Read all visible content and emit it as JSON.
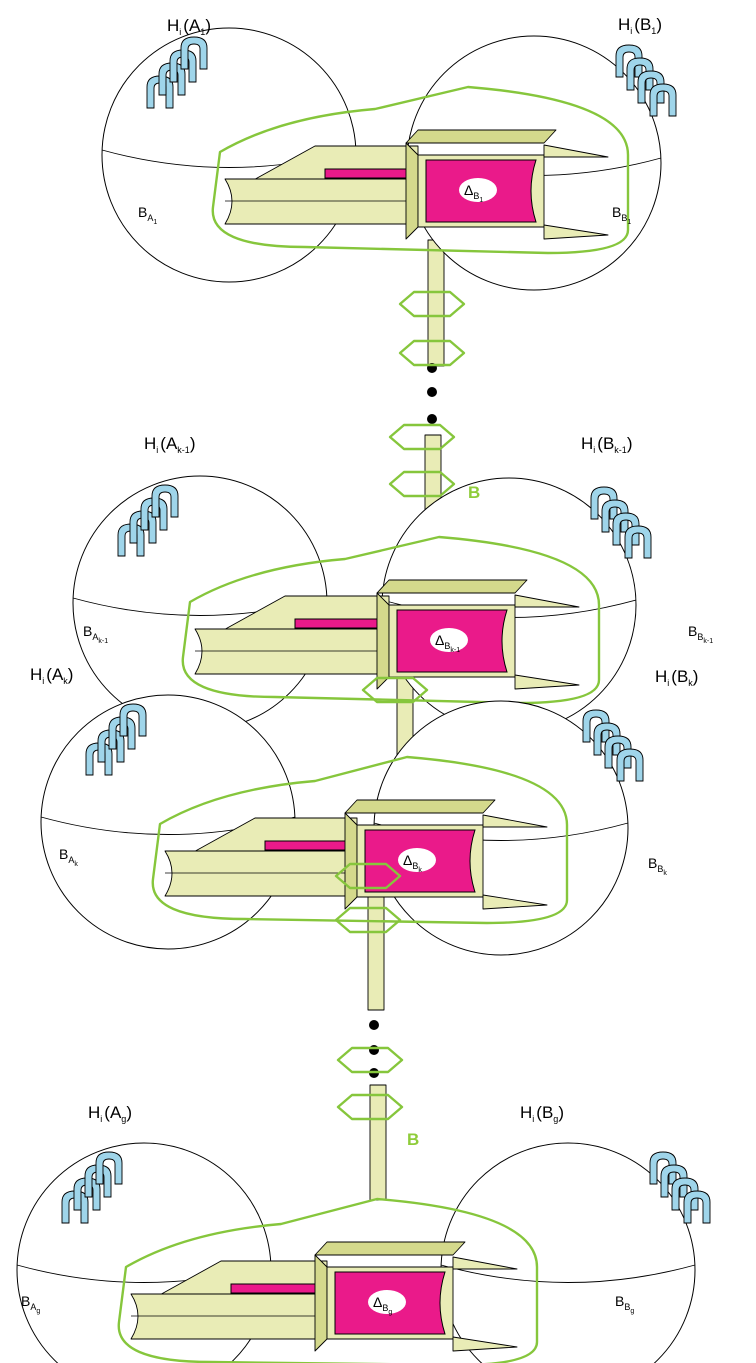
{
  "labels": {
    "H": "H",
    "i": "i",
    "B": "B",
    "Delta": "Δ",
    "Bbig": "B"
  },
  "levels": [
    {
      "left_h_arg": "A",
      "left_h_sub": "1",
      "right_h_arg": "B",
      "right_h_sub": "1",
      "left_ball_sub": "A",
      "left_ball_subsub": "1",
      "right_ball_sub": "B",
      "right_ball_subsub": "1",
      "delta_sub": "B",
      "delta_subsub": "1"
    },
    {
      "left_h_arg": "A",
      "left_h_sub": "k-1",
      "right_h_arg": "B",
      "right_h_sub": "k-1",
      "left_ball_sub": "A",
      "left_ball_subsub": "k-1",
      "right_ball_sub": "B",
      "right_ball_subsub": "k-1",
      "delta_sub": "B",
      "delta_subsub": "k-1"
    },
    {
      "left_h_arg": "A",
      "left_h_sub": "k",
      "right_h_arg": "B",
      "right_h_sub": "k",
      "left_ball_sub": "A",
      "left_ball_subsub": "k",
      "right_ball_sub": "B",
      "right_ball_subsub": "k",
      "delta_sub": "B",
      "delta_subsub": "k"
    },
    {
      "left_h_arg": "A",
      "left_h_sub": "g",
      "right_h_arg": "B",
      "right_h_sub": "g",
      "left_ball_sub": "A",
      "left_ball_subsub": "g",
      "right_ball_sub": "B",
      "right_ball_subsub": "g",
      "delta_sub": "B",
      "delta_subsub": "g"
    }
  ],
  "colors": {
    "handle": "#9fd5ea",
    "tube": "#e9ecb6",
    "box_face": "#ea1a8a",
    "boundary_curve": "#86c63c"
  }
}
